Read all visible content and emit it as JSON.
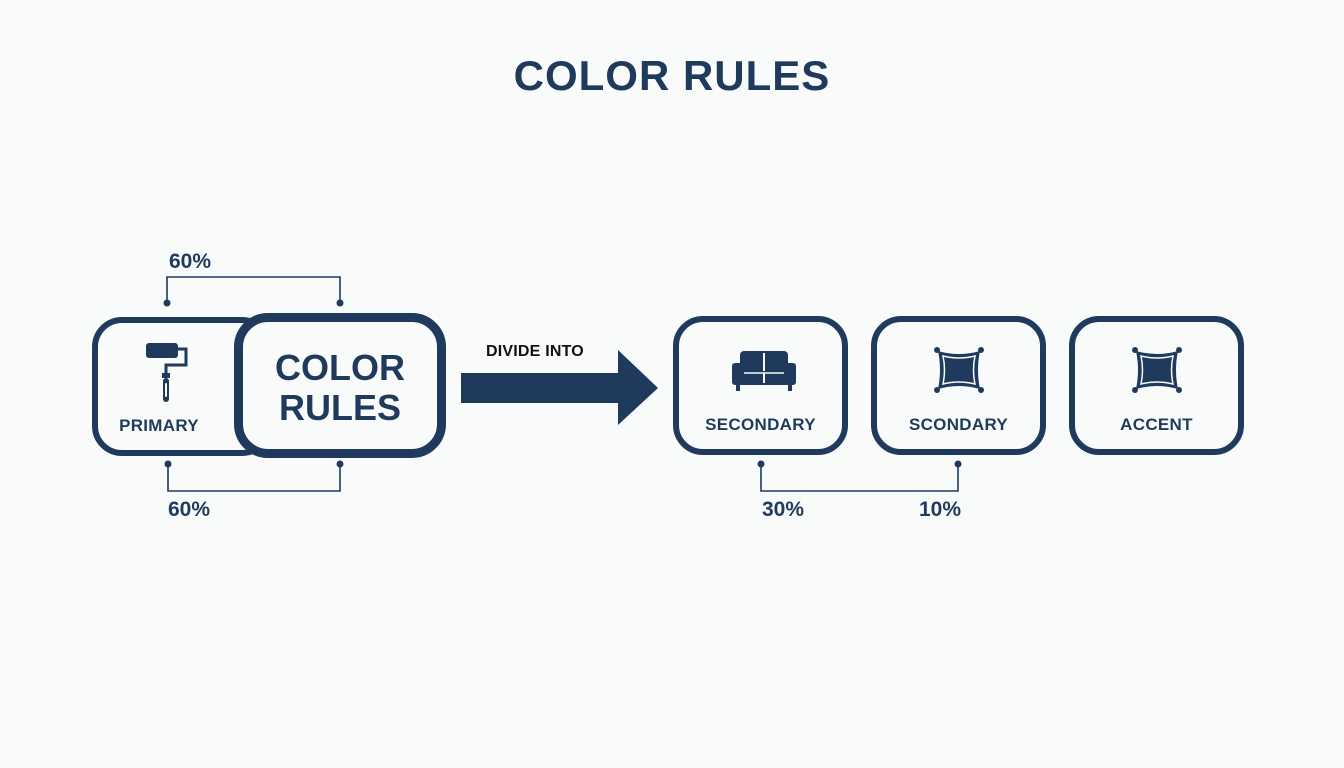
{
  "title": "COLOR RULES",
  "colors": {
    "primary": "#1f3a5c",
    "background": "#f9fafa"
  },
  "primary_box": {
    "label": "PRIMARY",
    "icon": "paint-roller-icon"
  },
  "center_box": {
    "label": "COLOR\nRULES"
  },
  "percent_top": "60%",
  "percent_bottom": "60%",
  "arrow_label": "DIVIDE INTO",
  "boxes": [
    {
      "label": "SECONDARY",
      "icon": "sofa-icon"
    },
    {
      "label": "SCONDARY",
      "icon": "pillow-icon"
    },
    {
      "label": "ACCENT",
      "icon": "pillow-icon"
    }
  ],
  "percent_secondary": "30%",
  "percent_accent": "10%"
}
